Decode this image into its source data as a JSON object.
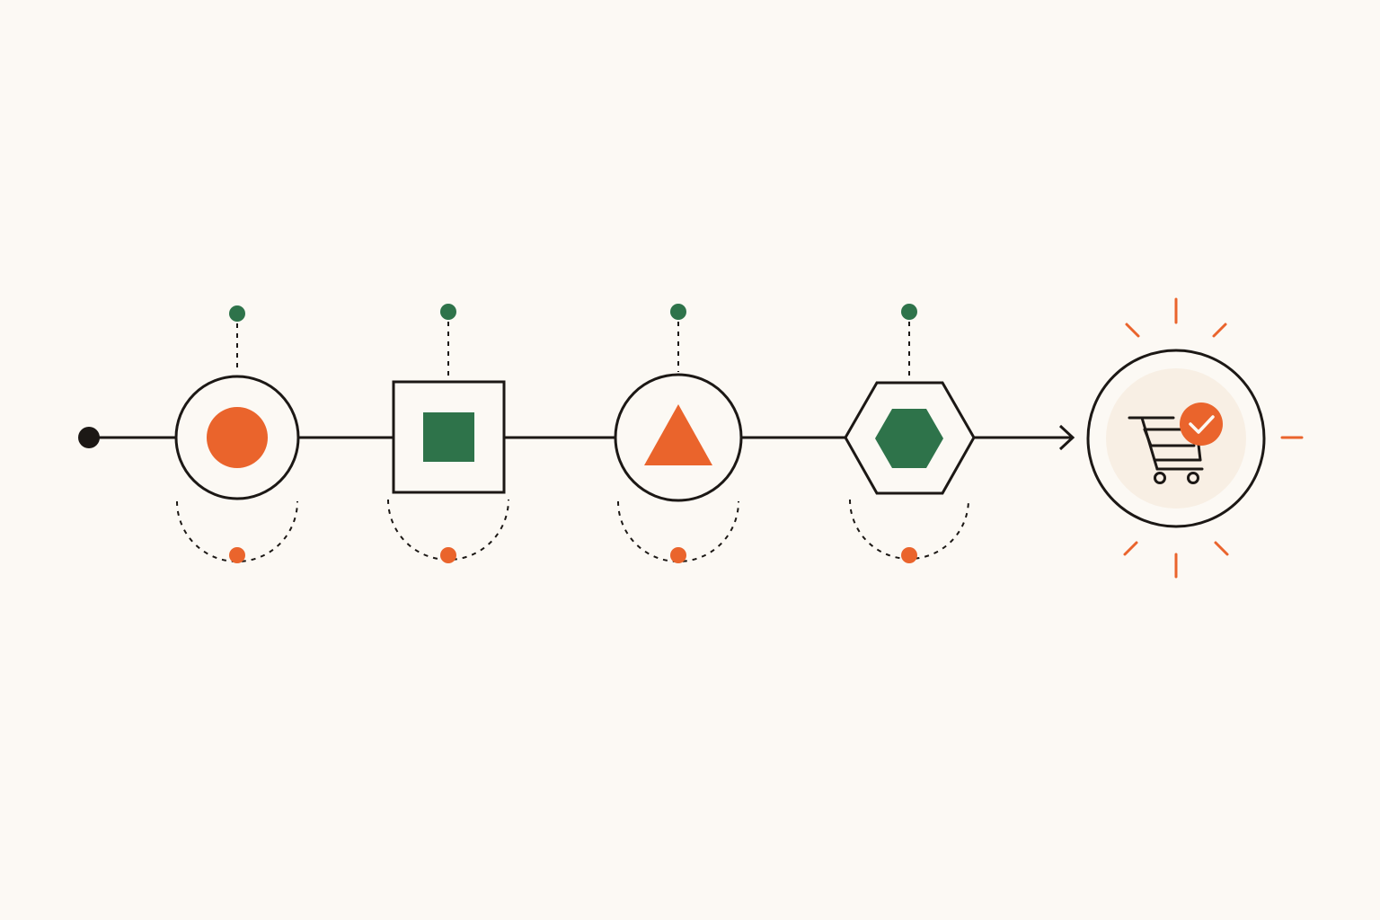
{
  "diagram": {
    "type": "process-flow",
    "colors": {
      "background": "#fcf9f4",
      "line": "#1c1815",
      "accent_orange": "#ea642c",
      "accent_green": "#2e734a",
      "cart_bg": "#f8efe4"
    },
    "start_node": {
      "icon": "start-dot"
    },
    "steps": [
      {
        "id": "step-1",
        "frame": "circle",
        "inner_shape": "circle",
        "inner_color": "orange"
      },
      {
        "id": "step-2",
        "frame": "square",
        "inner_shape": "square",
        "inner_color": "green"
      },
      {
        "id": "step-3",
        "frame": "circle",
        "inner_shape": "triangle",
        "inner_color": "orange"
      },
      {
        "id": "step-4",
        "frame": "hexagon",
        "inner_shape": "hexagon",
        "inner_color": "green"
      }
    ],
    "end_node": {
      "icon": "shopping-cart-check-icon",
      "frame": "circle",
      "highlight": "burst"
    }
  }
}
